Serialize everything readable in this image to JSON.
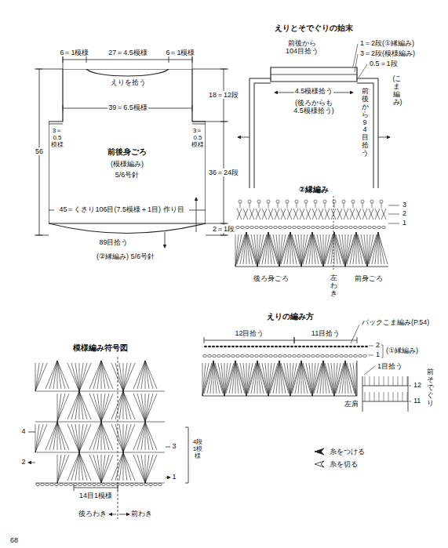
{
  "diagram": {
    "nodes": [
      {
        "text": [
          "前後身ごろ",
          "(模様編み)",
          "5/6号針"
        ]
      }
    ],
    "labels": [
      "6＝1模様",
      "27＝4.5模様",
      "6＝1模様",
      "えりを拾う",
      "18＝12段",
      "39＝6.5模様",
      "56",
      "3＝0.5模様",
      "3＝0.5模様",
      "36＝24段",
      "2＝1段",
      "45＝くさり106目(7.5模様＋1目) 作り目",
      "89目拾う",
      "(②縁編み) 5/6号針",
      "えりとそでぐりの始末",
      "前後から104目拾う",
      "1＝2段(①縁編み)",
      "3＝2段(模様編み)",
      "0.5＝1段",
      "4.5模様拾う",
      "(後ろからも4.5模様拾う)",
      "(こま編み)",
      "前後から94目拾う",
      "②縁編み",
      "3",
      "2",
      "1",
      "後ろ身ごろ",
      "左わき",
      "前身ごろ",
      "模様編み符号図",
      "4",
      "2",
      "3",
      "1",
      "4段1模様",
      "14目1模様",
      "後ろわき",
      "前わき",
      "えりの編み方",
      "12目拾う",
      "11目拾う",
      "バックこま編み(P.54)",
      "2",
      "1",
      "(①縁編み)",
      "1目拾う",
      "左肩",
      "12",
      "11",
      "前そでぐり",
      "68"
    ],
    "legend": [
      {
        "text": "糸をつける"
      },
      {
        "text": "糸を切る"
      }
    ]
  }
}
